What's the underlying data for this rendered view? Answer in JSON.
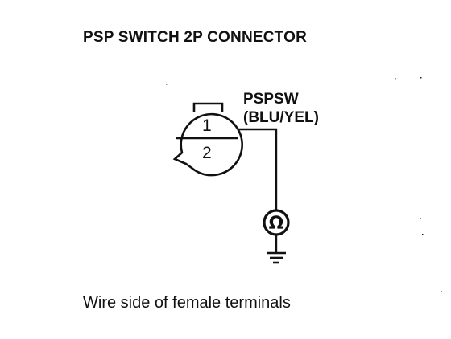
{
  "diagram": {
    "title": "PSP SWITCH 2P CONNECTOR",
    "wire": {
      "name": "PSPSW",
      "color": "(BLU/YEL)"
    },
    "connector": {
      "pins": [
        "1",
        "2"
      ]
    },
    "meter": {
      "symbol": "Ω",
      "icon": "ohmmeter-icon"
    },
    "ground": {
      "icon": "ground-icon"
    },
    "caption": "Wire side of female terminals"
  }
}
